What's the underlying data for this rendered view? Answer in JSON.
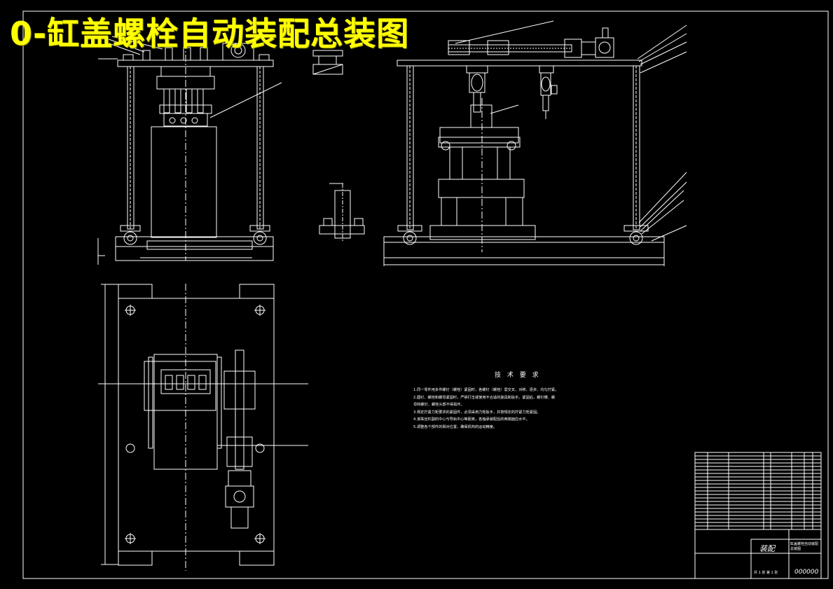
{
  "title": "0-缸盖螺栓自动装配总装图",
  "tech_requirements": {
    "heading": "技 术 要 求",
    "notes": [
      "1.同一零件用多件螺钉（螺栓）紧固时，各螺钉（螺栓）需交叉、对称、逐步、均匀拧紧。",
      "2.圆钉、螺栓和螺母紧固时，严禁打击或使用不合适的旋具和扳手。紧固后，螺钉槽、螺",
      "  母和螺钉、螺栓头部不得损坏。",
      "3.规定拧紧力矩要求的紧固件，必须采用力矩扳手，并按规定的拧紧力矩紧固。",
      "4.滚珠丝杠副的中心与导轨中心等距离，各轴承装配后的两端面应水平。",
      "5.调整各个部件的相对位置，确保机构的运动精度。"
    ]
  },
  "title_block": {
    "drawing_type": "装配",
    "drawing_name": "缸盖螺栓自动装配总装图",
    "drawing_number": "000000",
    "sheet": "共 1 张  第 1 张"
  },
  "colors": {
    "line": "#ffffff",
    "title": "#ffff00",
    "background": "#000000"
  }
}
